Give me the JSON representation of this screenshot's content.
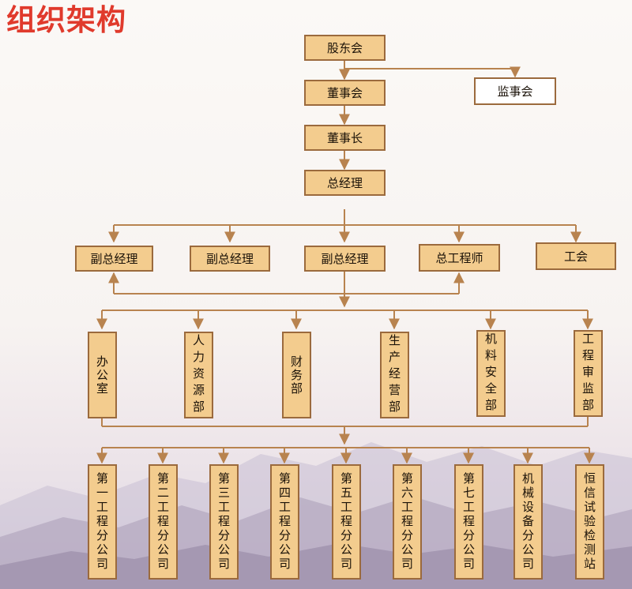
{
  "title": "组织架构",
  "colors": {
    "box_fill": "#f3cc8e",
    "box_border": "#9b6a3d",
    "line": "#b8834f",
    "title": "#e03a2c"
  },
  "top": {
    "shareholders": "股东会",
    "board": "董事会",
    "supervisors": "监事会",
    "chairman": "董事长",
    "gm": "总经理"
  },
  "management": [
    "副总经理",
    "副总经理",
    "副总经理",
    "总工程师",
    "工会"
  ],
  "departments": [
    "办公室",
    "人力资源部",
    "财务部",
    "生产经营部",
    "机料安全部",
    "工程审监部"
  ],
  "branches": [
    "第一工程分公司",
    "第二工程分公司",
    "第三工程分公司",
    "第四工程分公司",
    "第五工程分公司",
    "第六工程分公司",
    "第七工程分公司",
    "机械设备分公司",
    "恒信试验检测站"
  ]
}
